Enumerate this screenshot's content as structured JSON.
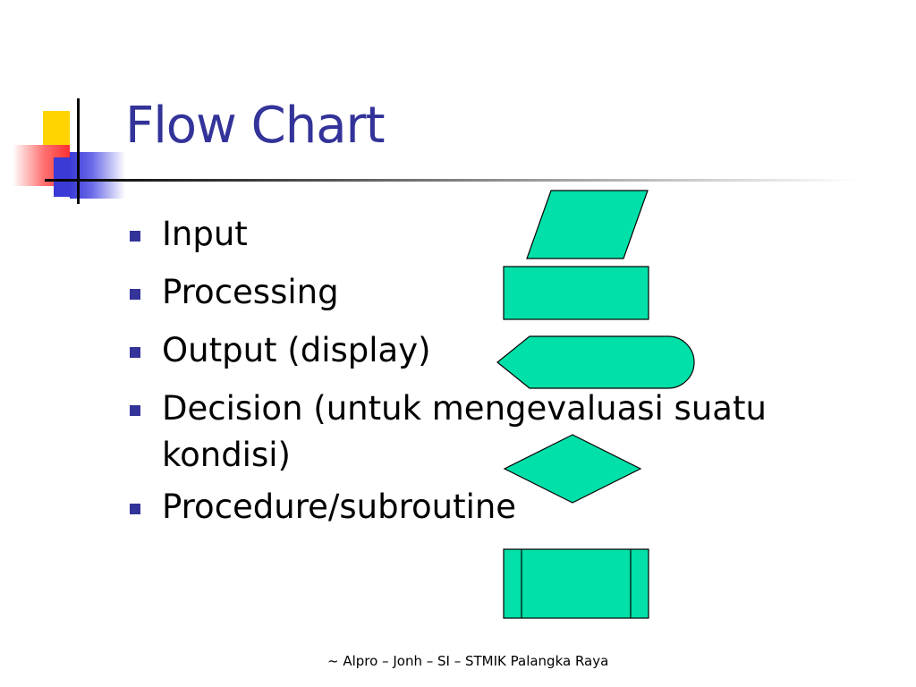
{
  "slide": {
    "title": "Flow Chart",
    "bullets": [
      "Input",
      "Processing",
      "Output (display)",
      "Decision (untuk mengevaluasi suatu kondisi)",
      "Procedure/subroutine"
    ],
    "footer": "~ Alpro – Jonh – SI – STMIK Palangka Raya"
  },
  "colors": {
    "title": "#333399",
    "bullet": "#333399",
    "shape_fill": "#00e0a8",
    "shape_stroke": "#000000"
  },
  "symbols": [
    {
      "name": "input-symbol",
      "shape": "parallelogram"
    },
    {
      "name": "processing-symbol",
      "shape": "rectangle"
    },
    {
      "name": "display-symbol",
      "shape": "display"
    },
    {
      "name": "decision-symbol",
      "shape": "diamond"
    },
    {
      "name": "procedure-symbol",
      "shape": "predefined-process"
    }
  ]
}
